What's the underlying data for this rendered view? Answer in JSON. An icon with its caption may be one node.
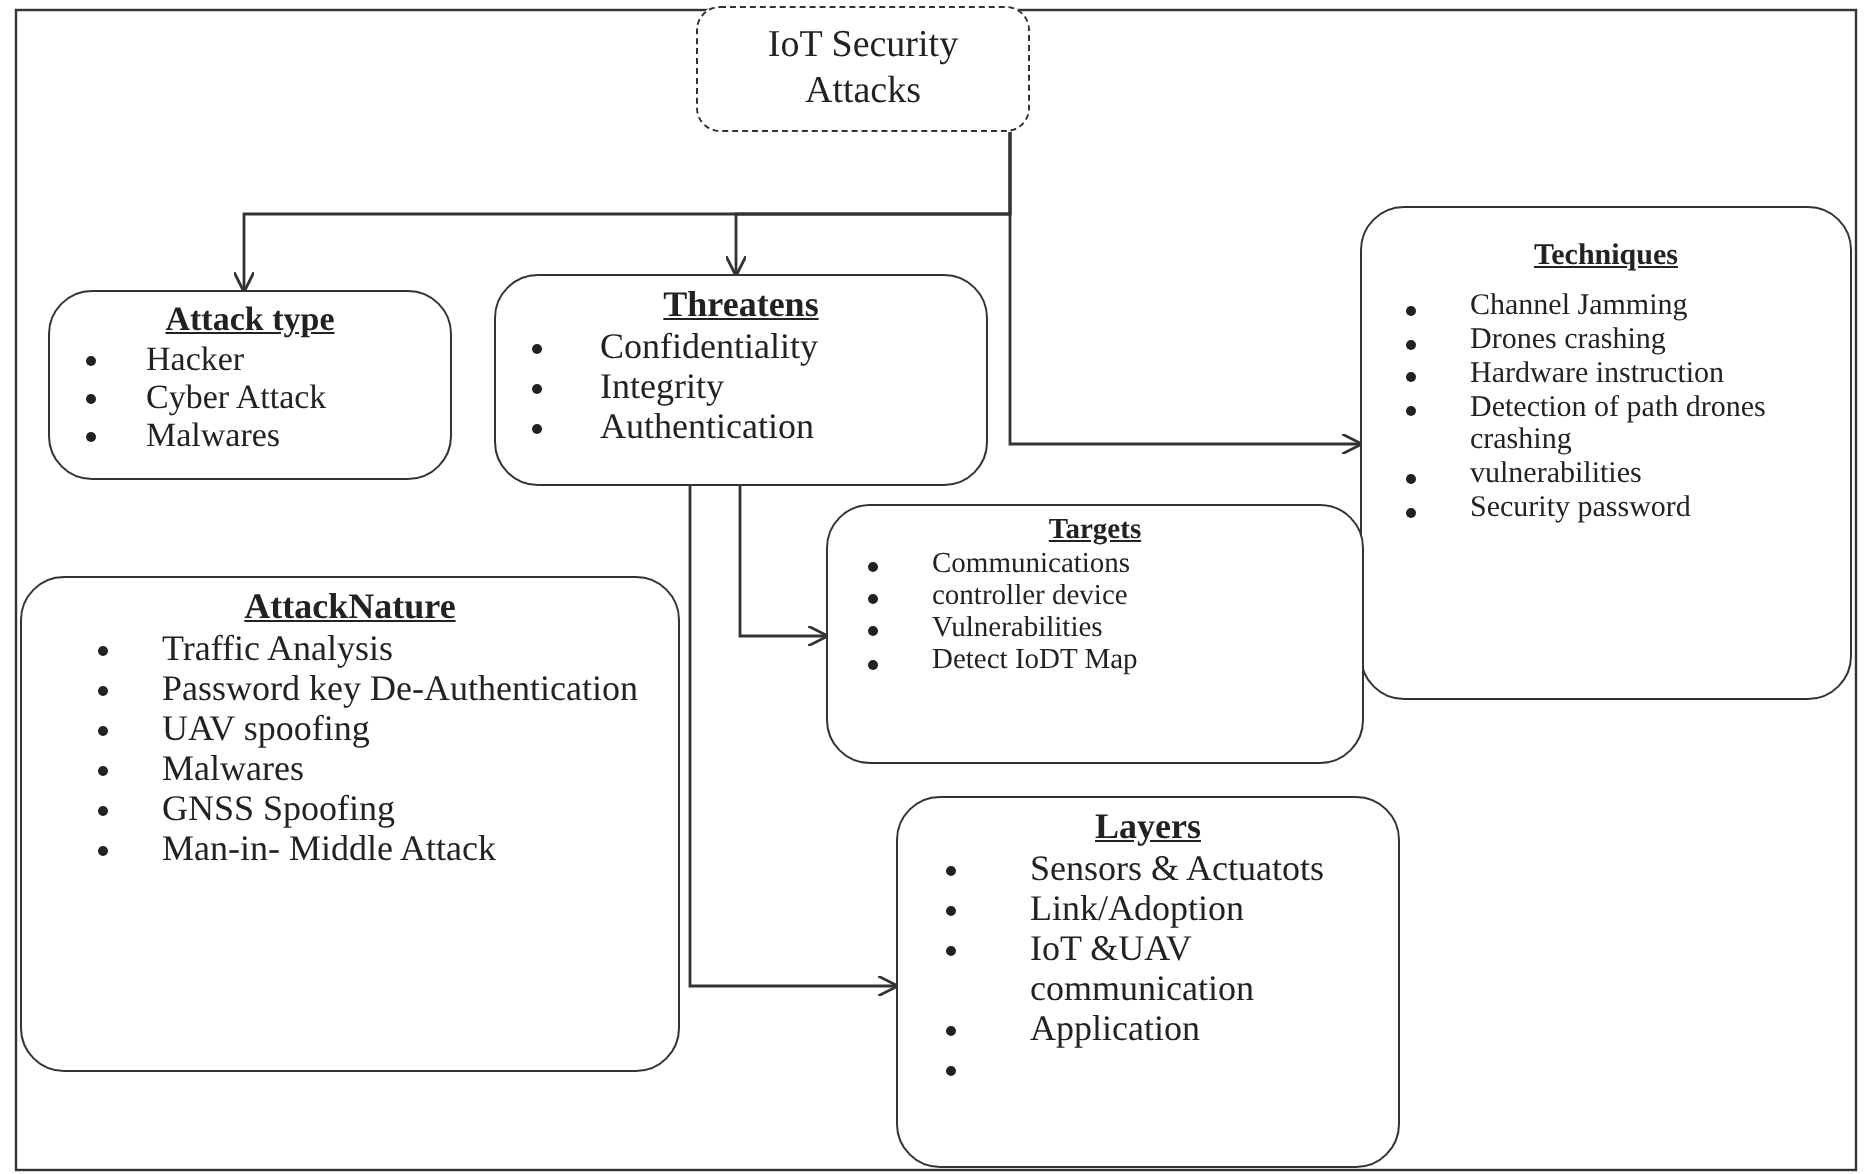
{
  "diagram": {
    "nodes": [
      {
        "text": [
          "IoT Security Attacks"
        ]
      },
      {
        "text": [
          "Attack type",
          "Hacker",
          "Cyber Attack",
          "Malwares"
        ]
      },
      {
        "text": [
          "Threatens",
          "Confidentiality",
          "Integrity",
          "Authentication"
        ]
      },
      {
        "text": [
          "Techniques",
          "Channel Jamming",
          "Drones crashing",
          "Hardware instruction",
          "Detection of path drones crashing",
          "vulnerabilities",
          "Security password"
        ]
      },
      {
        "text": [
          "Targets",
          "Communications",
          "controller device",
          "Vulnerabilities",
          "Detect IoDT Map"
        ]
      },
      {
        "text": [
          "AttackNature",
          "Traffic Analysis",
          "Password key De-Authentication",
          "UAV spoofing",
          "Malwares",
          "GNSS Spoofing",
          "Man-in- Middle Attack"
        ]
      },
      {
        "text": [
          "Layers",
          "Sensors & Actuatots",
          "Link/Adoption",
          "IoT &UAV communication",
          "Application"
        ]
      }
    ],
    "edges": [
      {
        "from": 0,
        "to": 1,
        "arrow": "to"
      },
      {
        "from": 0,
        "to": 2,
        "arrow": "to"
      },
      {
        "from": 0,
        "to": 3,
        "arrow": "to"
      },
      {
        "from": 2,
        "to": 4,
        "arrow": "to"
      },
      {
        "from": 2,
        "to": 6,
        "arrow": "to"
      }
    ]
  }
}
